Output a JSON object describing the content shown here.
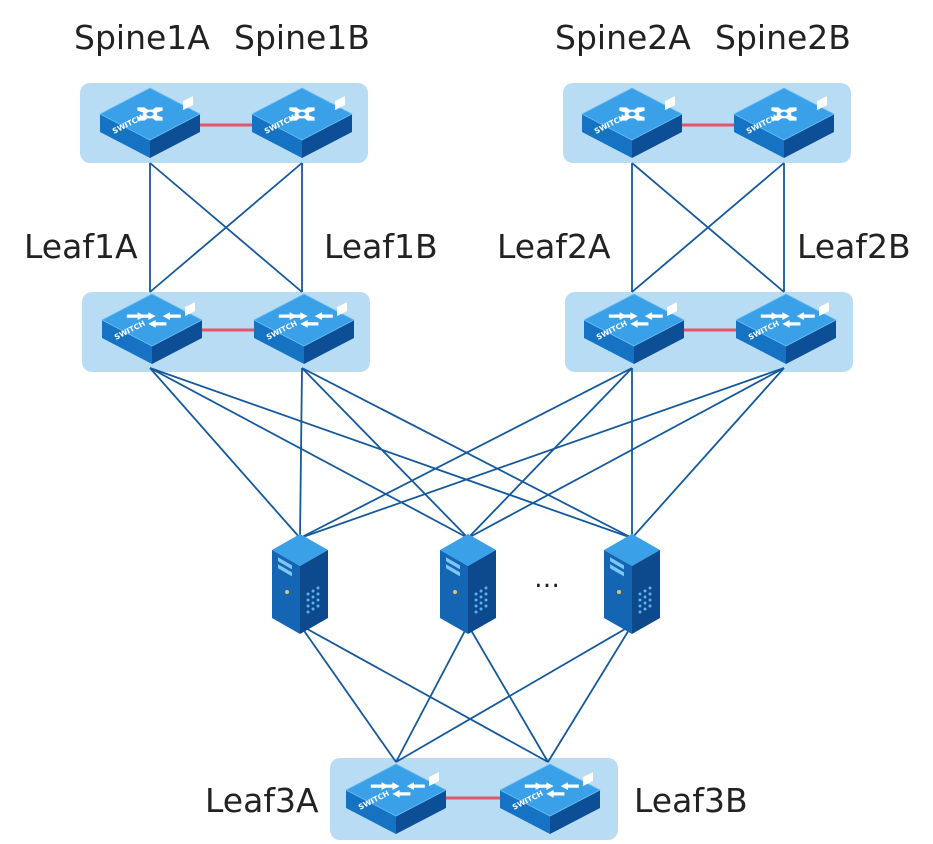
{
  "labels": {
    "spine1a": "Spine1A",
    "spine1b": "Spine1B",
    "spine2a": "Spine2A",
    "spine2b": "Spine2B",
    "leaf1a": "Leaf1A",
    "leaf1b": "Leaf1B",
    "leaf2a": "Leaf2A",
    "leaf2b": "Leaf2B",
    "leaf3a": "Leaf3A",
    "leaf3b": "Leaf3B",
    "ellipsis": "…",
    "switch_text": "SWITCH"
  },
  "colors": {
    "group_fill": "#b9dcf5",
    "link": "#15599c",
    "peer_link": "#e0566a",
    "device_top": "#3aa0e8",
    "device_side": "#0f5da8",
    "server_front": "#1466b4"
  },
  "icons": {
    "spine_switch": "switch-core-icon",
    "leaf_switch": "switch-leaf-icon",
    "server": "server-tower-icon"
  }
}
